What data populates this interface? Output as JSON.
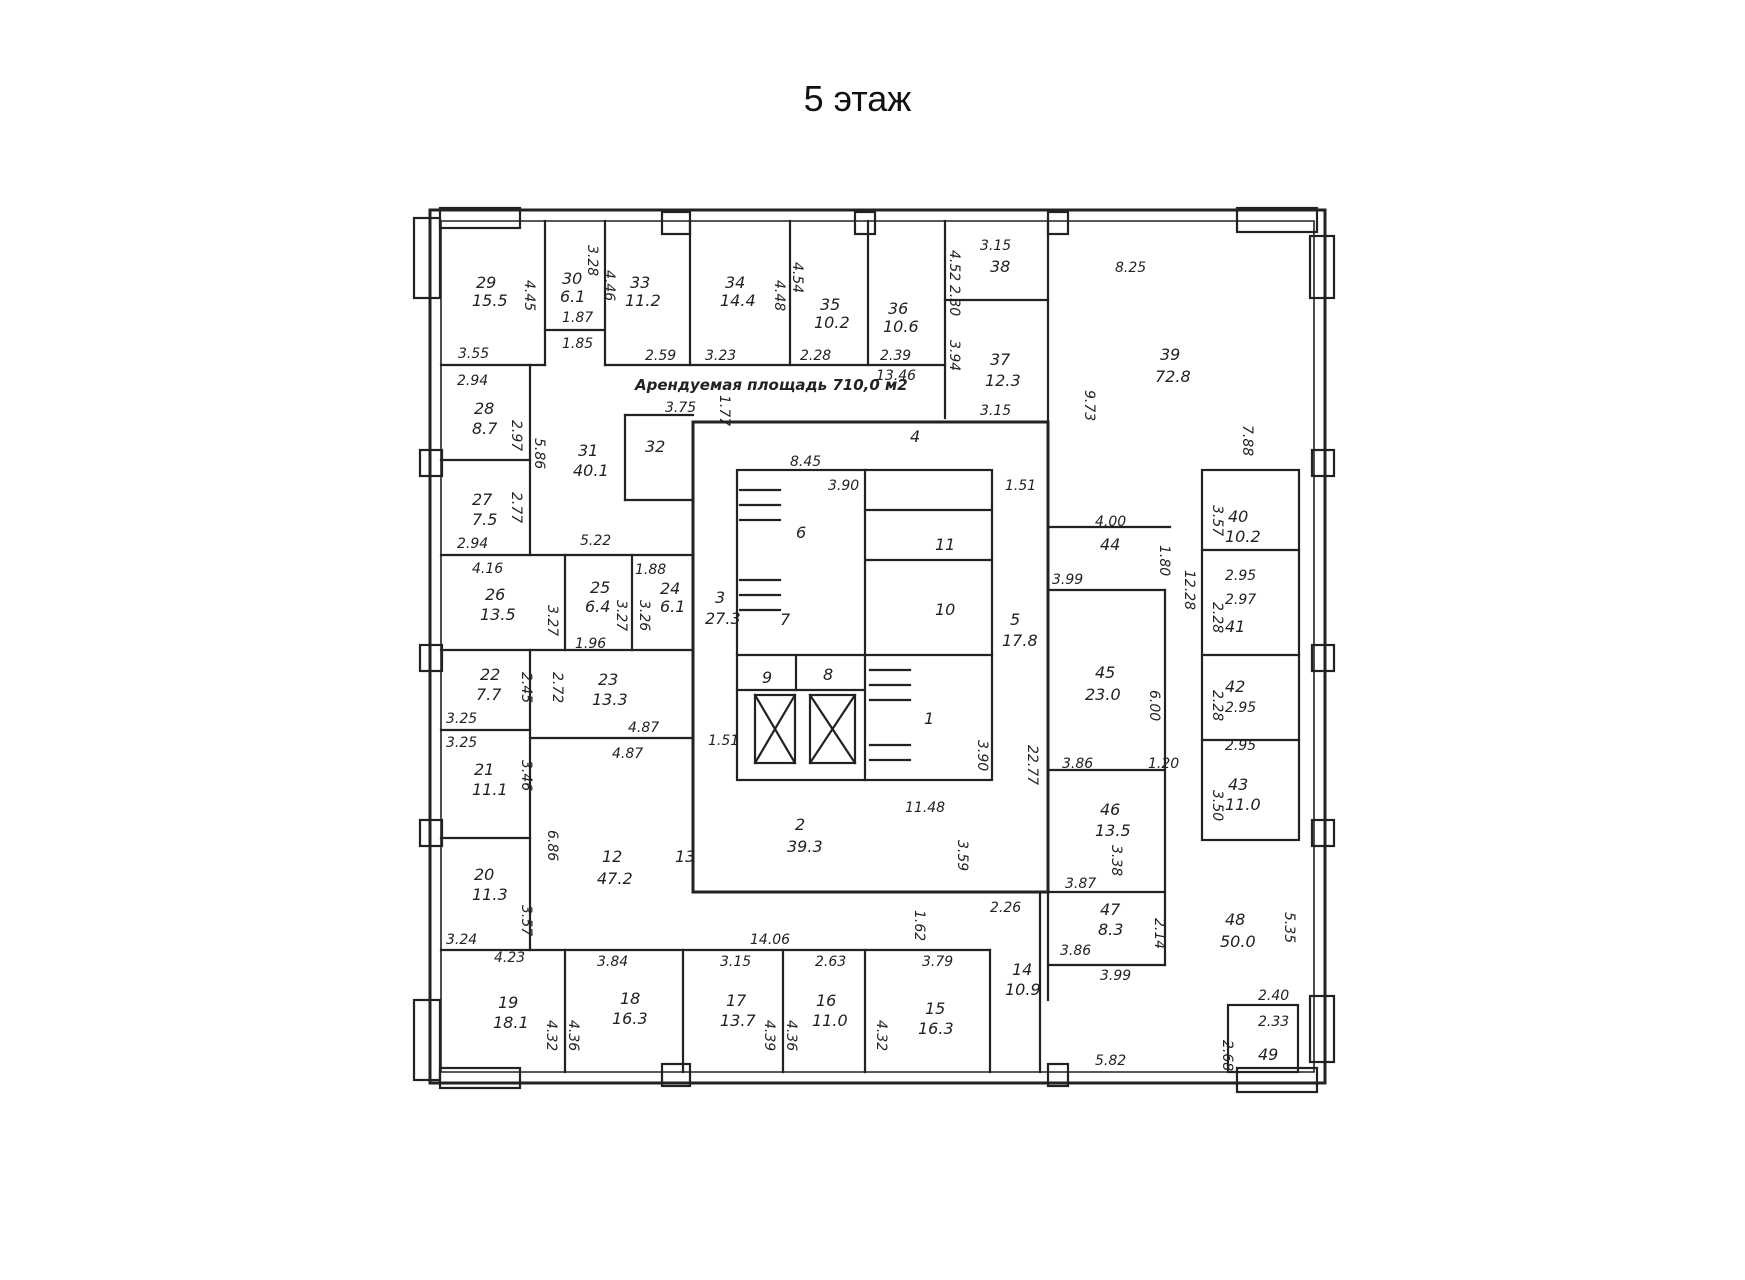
{
  "title": "5 этаж",
  "note": {
    "text": "Арендуемая площадь 710,0 м2",
    "color": "#d42a2a"
  },
  "colors": {
    "line": "#222222",
    "background": "#ffffff"
  },
  "rooms": [
    {
      "num": "1"
    },
    {
      "num": "2",
      "area": "39.3"
    },
    {
      "num": "3",
      "area": "27.3"
    },
    {
      "num": "4"
    },
    {
      "num": "5",
      "area": "17.8"
    },
    {
      "num": "6"
    },
    {
      "num": "7"
    },
    {
      "num": "8"
    },
    {
      "num": "9"
    },
    {
      "num": "10"
    },
    {
      "num": "11"
    },
    {
      "num": "12",
      "area": "47.2"
    },
    {
      "num": "13"
    },
    {
      "num": "14",
      "area": "10.9"
    },
    {
      "num": "15",
      "area": "16.3"
    },
    {
      "num": "16",
      "area": "11.0"
    },
    {
      "num": "17",
      "area": "13.7"
    },
    {
      "num": "18",
      "area": "16.3"
    },
    {
      "num": "19",
      "area": "18.1"
    },
    {
      "num": "20",
      "area": "11.3"
    },
    {
      "num": "21",
      "area": "11.1"
    },
    {
      "num": "22",
      "area": "7.7"
    },
    {
      "num": "23",
      "area": "13.3"
    },
    {
      "num": "24",
      "area": "6.1"
    },
    {
      "num": "25",
      "area": "6.4"
    },
    {
      "num": "26",
      "area": "13.5"
    },
    {
      "num": "27",
      "area": "7.5"
    },
    {
      "num": "28",
      "area": "8.7"
    },
    {
      "num": "29",
      "area": "15.5"
    },
    {
      "num": "30",
      "area": "6.1"
    },
    {
      "num": "31",
      "area": "40.1"
    },
    {
      "num": "32"
    },
    {
      "num": "33",
      "area": "11.2"
    },
    {
      "num": "34",
      "area": "14.4"
    },
    {
      "num": "35",
      "area": "10.2"
    },
    {
      "num": "36",
      "area": "10.6"
    },
    {
      "num": "37",
      "area": "12.3"
    },
    {
      "num": "38"
    },
    {
      "num": "39",
      "area": "72.8"
    },
    {
      "num": "40",
      "area": "10.2"
    },
    {
      "num": "41"
    },
    {
      "num": "42"
    },
    {
      "num": "43",
      "area": "11.0"
    },
    {
      "num": "44"
    },
    {
      "num": "45",
      "area": "23.0"
    },
    {
      "num": "46",
      "area": "13.5"
    },
    {
      "num": "47",
      "area": "8.3"
    },
    {
      "num": "48",
      "area": "50.0"
    },
    {
      "num": "49"
    }
  ],
  "dimensions": [
    "4.45",
    "3.28",
    "1.87",
    "1.85",
    "3.55",
    "4.46",
    "2.59",
    "3.23",
    "4.48",
    "4.54",
    "2.28",
    "2.39",
    "13.46",
    "4.52",
    "3.15",
    "2.30",
    "3.94",
    "3.15",
    "8.25",
    "9.73",
    "7.88",
    "2.94",
    "3.75",
    "1.77",
    "2.97",
    "5.86",
    "2.77",
    "2.94",
    "5.22",
    "4.16",
    "1.88",
    "3.27",
    "3.27",
    "3.26",
    "1.96",
    "8.45",
    "3.90",
    "1.51",
    "4.00",
    "1.80",
    "3.99",
    "12.28",
    "3.57",
    "2.95",
    "2.97",
    "2.28",
    "2.45",
    "2.72",
    "3.25",
    "3.25",
    "4.87",
    "4.87",
    "1.51",
    "3.46",
    "3.90",
    "22.77",
    "6.00",
    "3.86",
    "1.20",
    "2.28",
    "2.95",
    "2.95",
    "3.50",
    "11.48",
    "6.86",
    "3.59",
    "3.38",
    "3.87",
    "3.57",
    "3.24",
    "14.06",
    "1.62",
    "2.26",
    "2.14",
    "5.35",
    "4.23",
    "3.84",
    "3.15",
    "2.63",
    "3.79",
    "3.86",
    "3.99",
    "4.32",
    "4.36",
    "4.39",
    "4.36",
    "4.32",
    "2.40",
    "2.33",
    "2.68",
    "5.82"
  ]
}
